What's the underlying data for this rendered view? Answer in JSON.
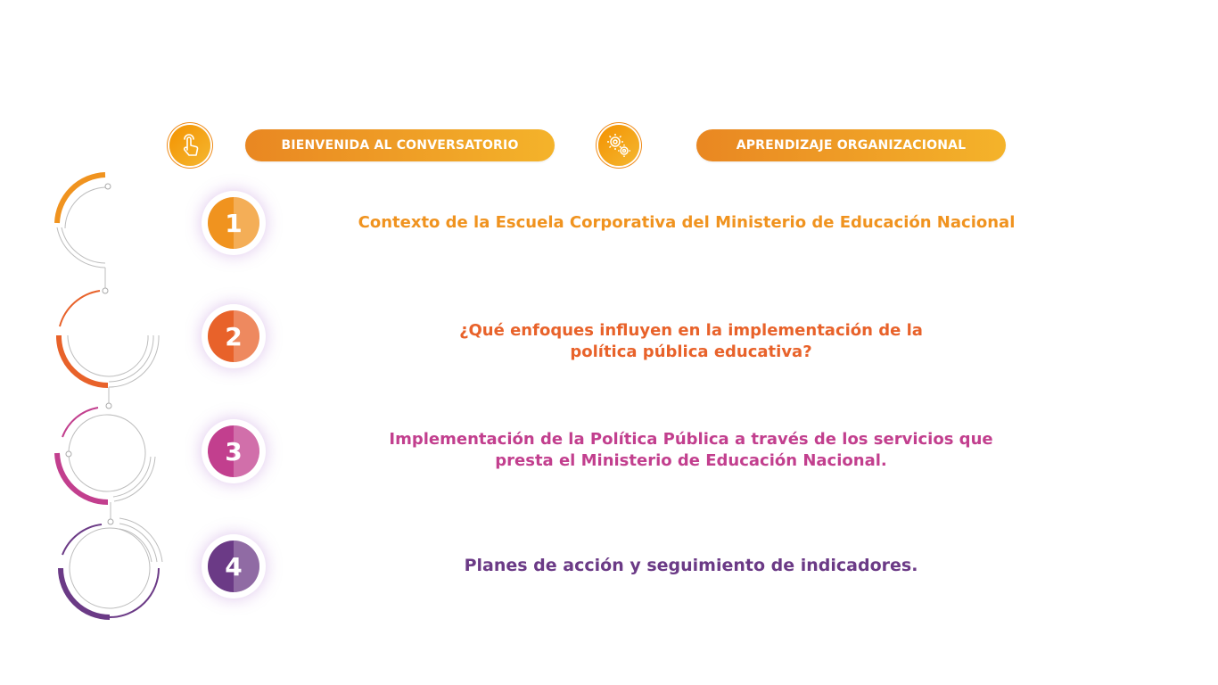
{
  "header": {
    "item1": {
      "icon": "hand-pointer-icon",
      "label": "BIENVENIDA AL CONVERSATORIO"
    },
    "item2": {
      "icon": "gears-icon",
      "label": "APRENDIZAJE ORGANIZACIONAL"
    },
    "accent": "#f0931f"
  },
  "agenda": [
    {
      "number": "1",
      "line1": "Contexto de la Escuela Corporativa del Ministerio de Educación Nacional",
      "line2": "",
      "color": "#f0931f"
    },
    {
      "number": "2",
      "line1": "¿Qué enfoques influyen en la implementación de la",
      "line2": "política pública educativa?",
      "color": "#e8622a"
    },
    {
      "number": "3",
      "line1": "Implementación de la Política Pública a través de los servicios que",
      "line2": "presta el Ministerio de Educación Nacional.",
      "color": "#c23f8e"
    },
    {
      "number": "4",
      "line1": "Planes de acción y seguimiento de indicadores.",
      "line2": "",
      "color": "#6b3a86"
    }
  ]
}
